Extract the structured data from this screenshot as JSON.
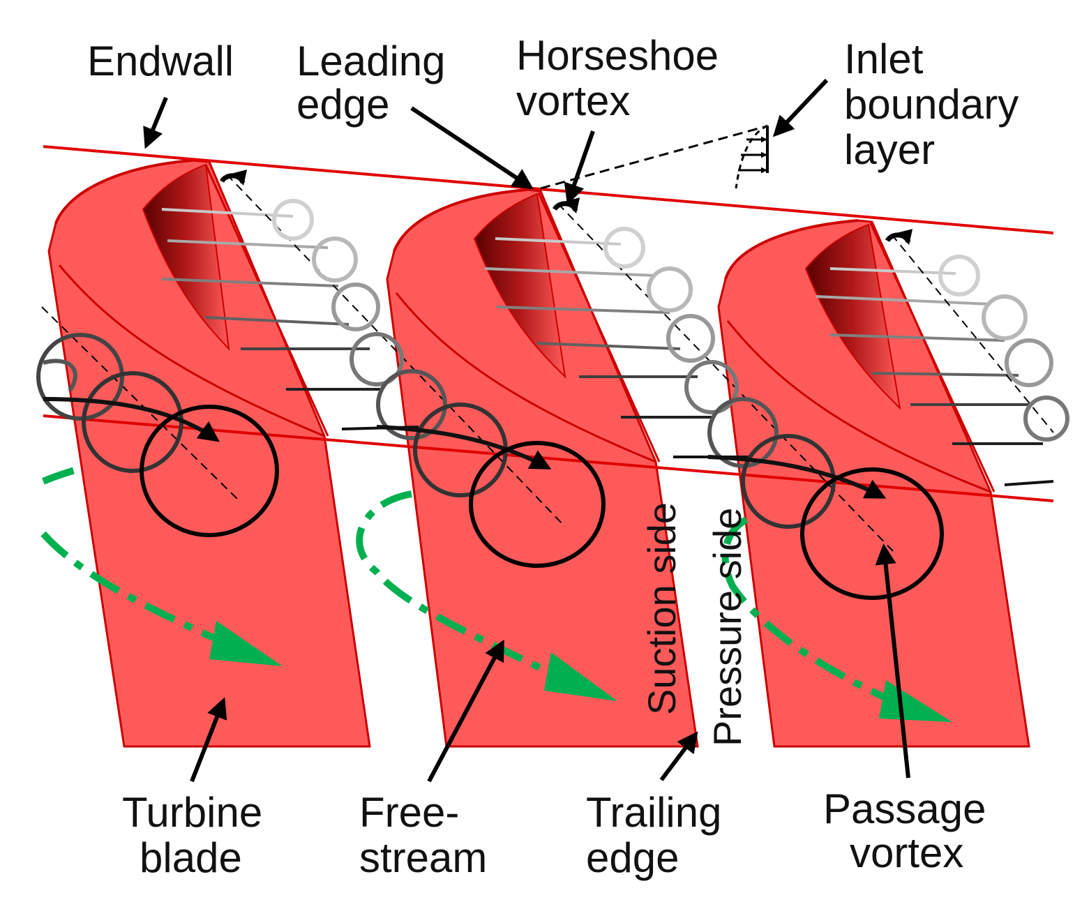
{
  "colors": {
    "blade_fill": "#ff5a5a",
    "blade_edge": "#cc0000",
    "endwall_line": "#e00000",
    "freestream": "#00b050",
    "vortex": "#000000"
  },
  "labels": {
    "endwall": "Endwall",
    "leading_edge": [
      "Leading",
      "edge"
    ],
    "horseshoe_vortex": [
      "Horseshoe",
      "vortex"
    ],
    "inlet_boundary_layer": [
      "Inlet",
      "boundary",
      "layer"
    ],
    "suction_side": "Suction side",
    "pressure_side": "Pressure side",
    "turbine_blade": [
      "Turbine",
      "blade"
    ],
    "free_stream": [
      "Free-",
      "stream"
    ],
    "trailing_edge": [
      "Trailing",
      "edge"
    ],
    "passage_vortex": [
      "Passage",
      "vortex"
    ]
  },
  "icons": [
    "arrow-icon",
    "velocity-profile-icon",
    "vortex-loop-icon"
  ]
}
